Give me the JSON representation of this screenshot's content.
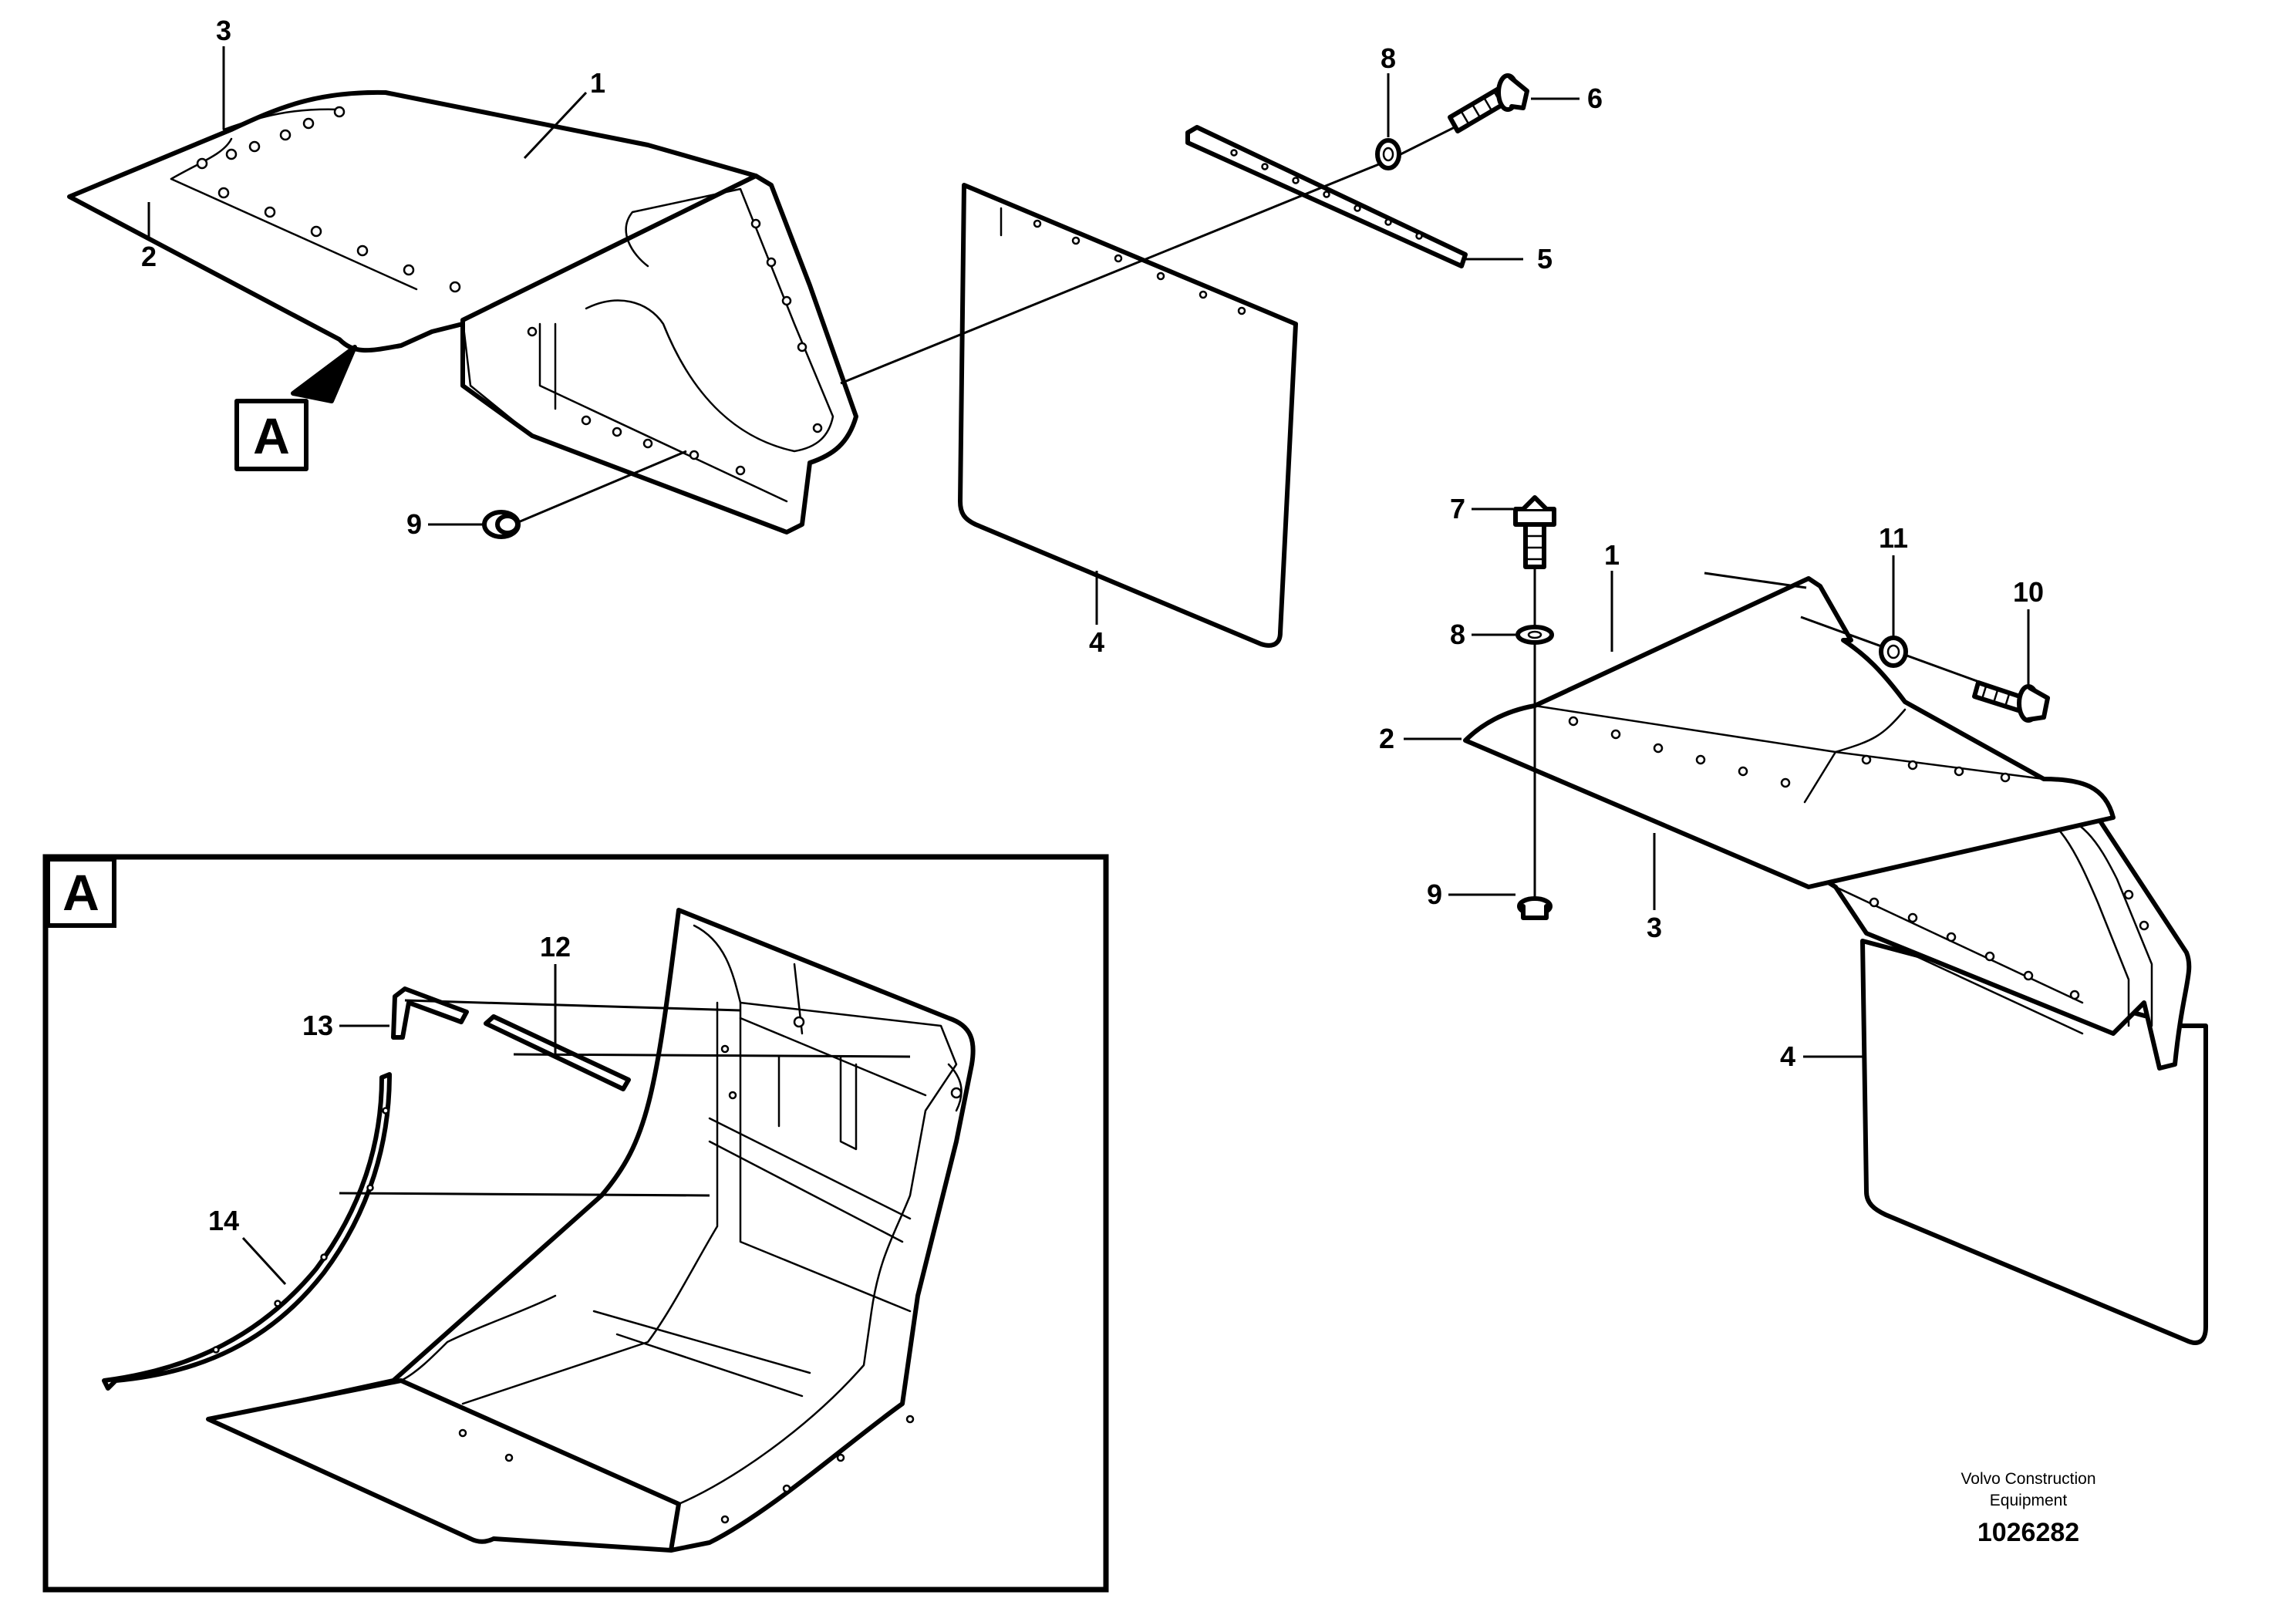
{
  "callouts": {
    "c1a": "1",
    "c2a": "2",
    "c3a": "3",
    "c4a": "4",
    "c5": "5",
    "c6": "6",
    "c8a": "8",
    "c9a": "9",
    "c7": "7",
    "c8b": "8",
    "c1b": "1",
    "c11": "11",
    "c10": "10",
    "c2b": "2",
    "c3b": "3",
    "c9b": "9",
    "c4b": "4",
    "c12": "12",
    "c13": "13",
    "c14": "14"
  },
  "view_marker": {
    "label": "A"
  },
  "detail_view": {
    "label": "A"
  },
  "caption": {
    "line1": "Volvo Construction",
    "line2": "Equipment",
    "number": "1026282"
  }
}
